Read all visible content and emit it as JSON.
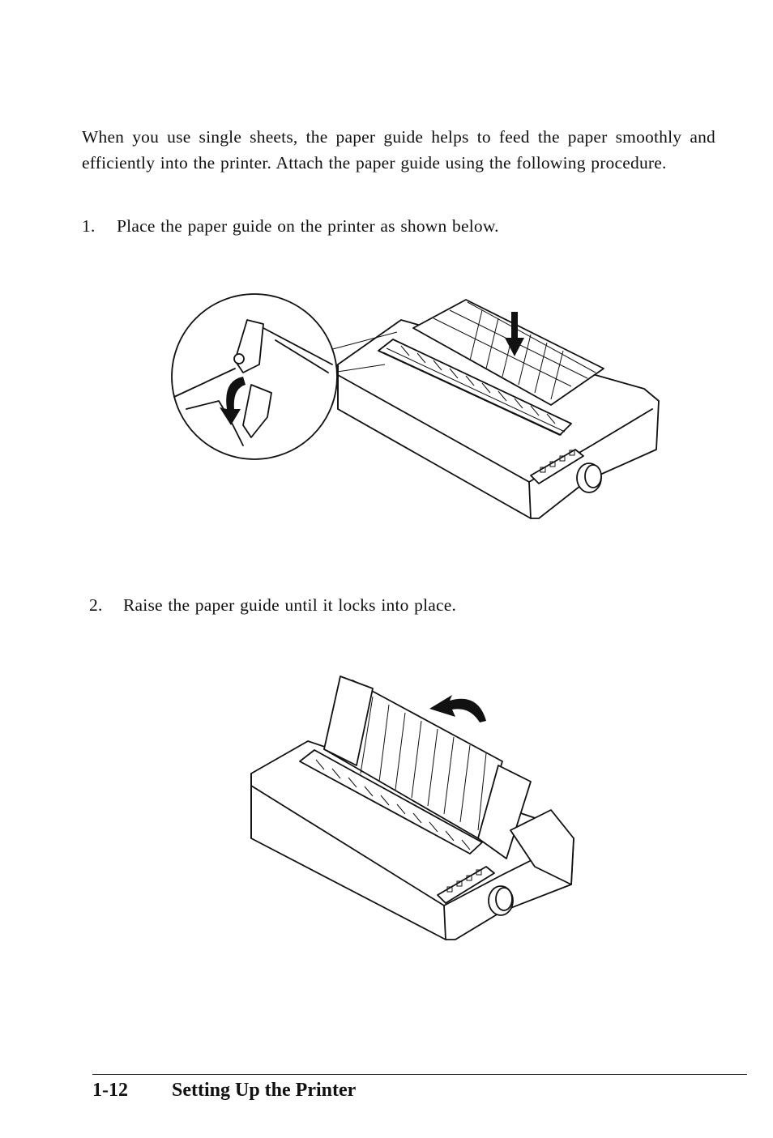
{
  "intro": "When you use single sheets, the paper guide helps to feed the paper smoothly and efficiently into the printer. Attach the paper guide using the following procedure.",
  "steps": [
    {
      "number": "1.",
      "text": "Place the paper guide on the printer as shown below."
    },
    {
      "number": "2.",
      "text": "Raise the paper guide until it locks into place."
    }
  ],
  "figures": {
    "figure_1": "printer-with-paper-guide-placement",
    "figure_2": "printer-with-raised-paper-guide"
  },
  "footer": {
    "page_number": "1-12",
    "section_title": "Setting Up the Printer"
  }
}
